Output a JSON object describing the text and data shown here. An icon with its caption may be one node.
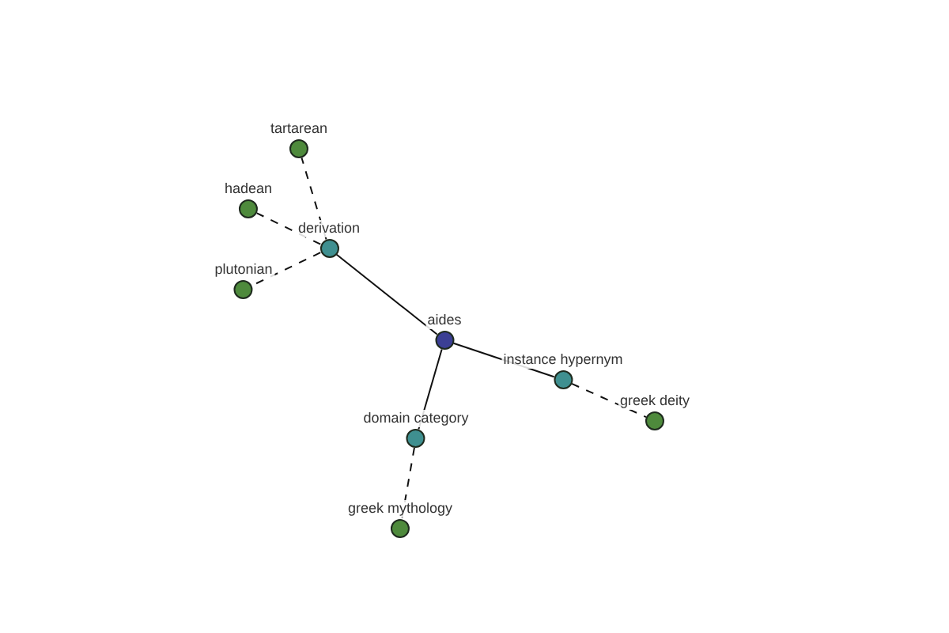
{
  "diagram": {
    "nodes": [
      {
        "text": [
          "aides"
        ]
      },
      {
        "text": [
          "derivation"
        ]
      },
      {
        "text": [
          "tartarean"
        ]
      },
      {
        "text": [
          "hadean"
        ]
      },
      {
        "text": [
          "plutonian"
        ]
      },
      {
        "text": [
          "instance hypernym"
        ]
      },
      {
        "text": [
          "greek deity"
        ]
      },
      {
        "text": [
          "domain category"
        ]
      },
      {
        "text": [
          "greek mythology"
        ]
      }
    ],
    "edges": [
      {
        "from": 0,
        "to": 1,
        "arrow": "none"
      },
      {
        "from": 1,
        "to": 2,
        "arrow": "none",
        "style": "dashed"
      },
      {
        "from": 1,
        "to": 3,
        "arrow": "none",
        "style": "dashed"
      },
      {
        "from": 1,
        "to": 4,
        "arrow": "none",
        "style": "dashed"
      },
      {
        "from": 0,
        "to": 5,
        "arrow": "none"
      },
      {
        "from": 5,
        "to": 6,
        "arrow": "none",
        "style": "dashed"
      },
      {
        "from": 0,
        "to": 7,
        "arrow": "none"
      },
      {
        "from": 7,
        "to": 8,
        "arrow": "none",
        "style": "dashed"
      }
    ]
  }
}
